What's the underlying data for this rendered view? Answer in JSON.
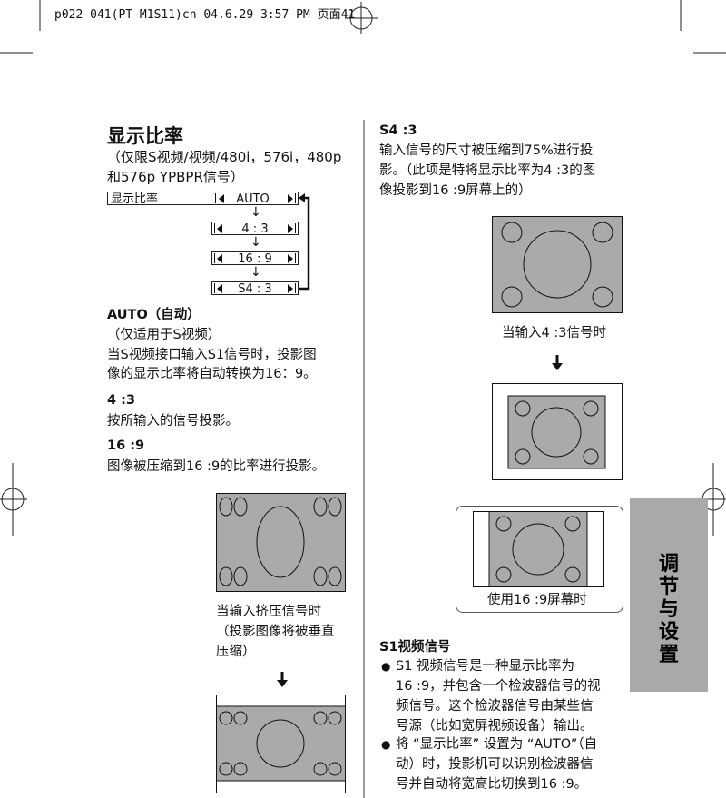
{
  "header": {
    "line": "p022-041(PT-M1S11)cn 04.6.29 3:57 PM 页面41"
  },
  "left": {
    "title": "显示比率",
    "subtitle_lines": [
      "（仅限S视频/视频/480i，576i，480p",
      "和576p YPBPR信号）"
    ],
    "menu": {
      "label": "显示比率",
      "options": [
        "AUTO",
        "4 : 3",
        "16 : 9",
        "S4 : 3"
      ]
    },
    "auto": {
      "heading": "AUTO（自动）",
      "lines": [
        "（仅适用于S视频）",
        "当S视频接口输入S1信号时，投影图",
        "像的显示比率将自动转换为16：9。"
      ]
    },
    "ratio43": {
      "heading": "4 :3",
      "lines": [
        "按所输入的信号投影。"
      ]
    },
    "ratio169": {
      "heading": "16 :9",
      "lines": [
        "图像被压缩到16 :9的比率进行投影。"
      ]
    },
    "fig_caption_lines": [
      "当输入挤压信号时",
      "（投影图像将被垂直",
      "压缩）"
    ]
  },
  "right": {
    "s43": {
      "heading": "S4 :3",
      "lines": [
        "输入信号的尺寸被压缩到75%进行投",
        "影。（此项是特将显示比率为4 :3的图",
        "像投影到16 :9屏幕上的）"
      ]
    },
    "caption_43": "当输入4 :3信号时",
    "caption_169": "使用16 :9屏幕时",
    "s1": {
      "heading": "S1视频信号",
      "bullet1_lines": [
        "S1 视频信号是一种显示比率为",
        "16 :9，并包含一个检波器信号的视",
        "频信号。这个检波器信号由某些信",
        "号源（比如宽屏视频设备）输出。"
      ],
      "bullet2_lines": [
        "将 “显示比率” 设置为 “AUTO”（自",
        "动）时，投影机可以识别检波器信",
        "号并自动将宽高比切换到16 :9。"
      ]
    }
  },
  "side_tab": {
    "lines": [
      "调",
      "节",
      "与",
      "设",
      "置"
    ]
  },
  "colors": {
    "figure_gray": "#aaaaaa",
    "tab_gray": "#a9a9a9"
  }
}
